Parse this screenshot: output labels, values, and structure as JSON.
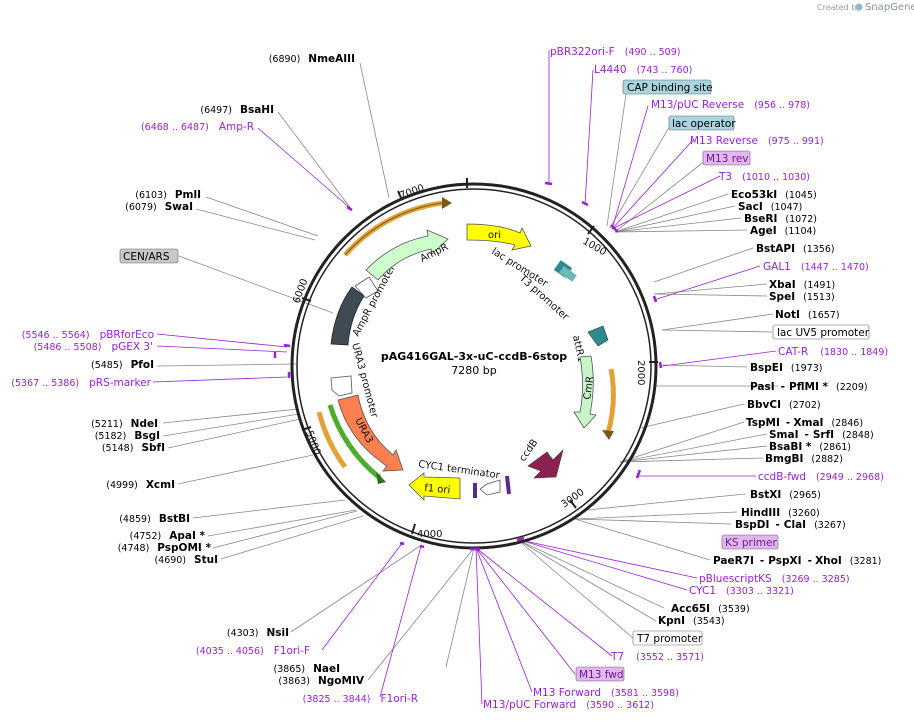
{
  "credit": {
    "prefix": "Created by",
    "brand": "SnapGene"
  },
  "plasmid": {
    "name": "pAG416GAL-3x-uC-ccdB-6stop",
    "length_label": "7280 bp"
  },
  "ticks": [
    "1000",
    "2000",
    "3000",
    "4000",
    "5000",
    "6000",
    "7000"
  ],
  "features": {
    "ori": "ori",
    "lac_promoter": "lac promoter",
    "t3_promoter": "T3 promoter",
    "attR1": "attR1",
    "cmr": "CmR",
    "ccdb": "ccdB",
    "cyc1_terminator": "CYC1 terminator",
    "f1_ori": "f1 ori",
    "ura3": "URA3",
    "ura3_promoter": "URA3 promoter",
    "ampr_promoter": "AmpR promoter",
    "ampr": "AmpR"
  },
  "labels": {
    "pbr322ori": {
      "name": "pBR322ori-F",
      "pos": "(490 .. 509)"
    },
    "l4440": {
      "name": "L4440",
      "pos": "(743 .. 760)"
    },
    "cap": {
      "name": "CAP binding site"
    },
    "m13puc_rev": {
      "name": "M13/pUC Reverse",
      "pos": "(956 .. 978)"
    },
    "lac_operator": {
      "name": "lac operator"
    },
    "m13_reverse": {
      "name": "M13 Reverse",
      "pos": "(975 .. 991)"
    },
    "m13_rev": {
      "name": "M13 rev"
    },
    "t3": {
      "name": "T3",
      "pos": "(1010 .. 1030)"
    },
    "eco53ki": {
      "name": "Eco53kI",
      "pos": "(1045)"
    },
    "saci": {
      "name": "SacI",
      "pos": "(1047)"
    },
    "bseri": {
      "name": "BseRI",
      "pos": "(1072)"
    },
    "agei": {
      "name": "AgeI",
      "pos": "(1104)"
    },
    "bstapi": {
      "name": "BstAPI",
      "pos": "(1356)"
    },
    "gal1": {
      "name": "GAL1",
      "pos": "(1447 .. 1470)"
    },
    "xbai": {
      "name": "XbaI",
      "pos": "(1491)"
    },
    "spei": {
      "name": "SpeI",
      "pos": "(1513)"
    },
    "noti": {
      "name": "NotI",
      "pos": "(1657)"
    },
    "lacuv5": {
      "name": "lac UV5 promoter"
    },
    "catr": {
      "name": "CAT-R",
      "pos": "(1830 .. 1849)"
    },
    "bspei": {
      "name": "BspEI",
      "pos": "(1973)"
    },
    "pasi": {
      "name": "PasI",
      "sep": "-",
      "name2": "PflMI *",
      "pos": "(2209)"
    },
    "bbvci": {
      "name": "BbvCI",
      "pos": "(2702)"
    },
    "tspmi": {
      "name": "TspMI",
      "sep": "-",
      "name2": "XmaI",
      "pos": "(2846)"
    },
    "smai": {
      "name": "SmaI",
      "sep": "-",
      "name2": "SrfI",
      "pos": "(2848)"
    },
    "bsabi": {
      "name": "BsaBI *",
      "pos": "(2861)"
    },
    "bmgbi": {
      "name": "BmgBI",
      "pos": "(2882)"
    },
    "ccdbfwd": {
      "name": "ccdB-fwd",
      "pos": "(2949 .. 2968)"
    },
    "bstxi": {
      "name": "BstXI",
      "pos": "(2965)"
    },
    "hindiii": {
      "name": "HindIII",
      "pos": "(3260)"
    },
    "bspdi": {
      "name": "BspDI",
      "sep": "-",
      "name2": "ClaI",
      "pos": "(3267)"
    },
    "ksprimer": {
      "name": "KS primer"
    },
    "paer7i": {
      "name": "PaeR7I",
      "sep": "-",
      "name2": "PspXI",
      "sep2": "-",
      "name3": "XhoI",
      "pos": "(3281)"
    },
    "pbluescriptks": {
      "name": "pBluescriptKS",
      "pos": "(3269 .. 3285)"
    },
    "cyc1": {
      "name": "CYC1",
      "pos": "(3303 .. 3321)"
    },
    "acc65i": {
      "name": "Acc65I",
      "pos": "(3539)"
    },
    "kpni": {
      "name": "KpnI",
      "pos": "(3543)"
    },
    "t7promoter": {
      "name": "T7 promoter"
    },
    "t7": {
      "name": "T7",
      "pos": "(3552 .. 3571)"
    },
    "m13fwd": {
      "name": "M13 fwd"
    },
    "m13forward": {
      "name": "M13 Forward",
      "pos": "(3581 .. 3598)"
    },
    "m13puc_fwd": {
      "name": "M13/pUC Forward",
      "pos": "(3590 .. 3612)"
    },
    "f1orir": {
      "name": "F1ori-R",
      "pos": "(3825 .. 3844)"
    },
    "ngomiv": {
      "name": "NgoMIV",
      "pos": "(3863)"
    },
    "naei": {
      "name": "NaeI",
      "pos": "(3865)"
    },
    "f1orif": {
      "name": "F1ori-F",
      "pos": "(4035 .. 4056)"
    },
    "nsii": {
      "name": "NsiI",
      "pos": "(4303)"
    },
    "stui": {
      "name": "StuI",
      "pos": "(4690)"
    },
    "pspomi": {
      "name": "PspOMI *",
      "pos": "(4748)"
    },
    "apai": {
      "name": "ApaI *",
      "pos": "(4752)"
    },
    "bstbi": {
      "name": "BstBI",
      "pos": "(4859)"
    },
    "xcmi": {
      "name": "XcmI",
      "pos": "(4999)"
    },
    "sbfi": {
      "name": "SbfI",
      "pos": "(5148)"
    },
    "bsgi": {
      "name": "BsgI",
      "pos": "(5182)"
    },
    "ndei": {
      "name": "NdeI",
      "pos": "(5211)"
    },
    "prsmarker": {
      "name": "pRS-marker",
      "pos": "(5367 .. 5386)"
    },
    "pfoi": {
      "name": "PfoI",
      "pos": "(5485)"
    },
    "pgex3": {
      "name": "pGEX 3'",
      "pos": "(5486 .. 5508)"
    },
    "pbrforeco": {
      "name": "pBRforEco",
      "pos": "(5546 .. 5564)"
    },
    "cenars": {
      "name": "CEN/ARS"
    },
    "swai": {
      "name": "SwaI",
      "pos": "(6079)"
    },
    "pmli": {
      "name": "PmlI",
      "pos": "(6103)"
    },
    "ampr_primer": {
      "name": "Amp-R",
      "pos": "(6468 .. 6487)"
    },
    "bsahi": {
      "name": "BsaHI",
      "pos": "(6497)"
    },
    "nmeaiii": {
      "name": "NmeAIII",
      "pos": "(6890)"
    }
  },
  "colors": {
    "primer": "#9a1fd6",
    "ori": "#ffff00",
    "cmr": "#c8f5c8",
    "ccdb": "#8b2252",
    "ura3": "#ff7f50",
    "ampr": "#ccffcc",
    "cen": "#3e4a54",
    "orange_arc": "#e3a13a",
    "green_arc": "#4cae2c",
    "cap_box": "#a8d5df",
    "lac_op_box": "#a8d5df",
    "m13_box": "#e2b7f0",
    "cen_box": "#c8c8c8"
  }
}
